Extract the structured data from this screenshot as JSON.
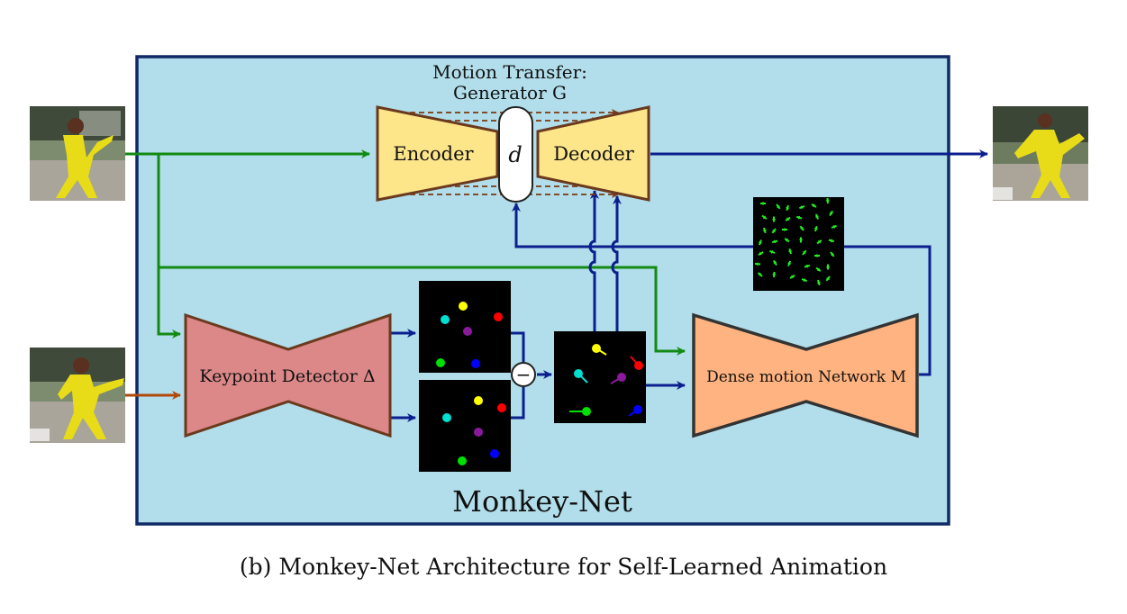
{
  "title_line1": "Motion Transfer:",
  "title_line2": "Generator G",
  "encoder_label": "Encoder",
  "decoder_label": "Decoder",
  "latent_label": "d",
  "keypoint_label": "Keypoint Detector Δ",
  "dense_label": "Dense motion Network M",
  "subtract_label": "−",
  "net_name": "Monkey-Net",
  "caption": "(b) Monkey-Net Architecture for Self-Learned Animation",
  "colors": {
    "panel_bg": "#b1deea",
    "panel_border": "#0f2a66",
    "encoder_fill": "#fde58a",
    "encoder_stroke": "#6b3a1e",
    "keypoint_fill": "#dc8888",
    "dense_fill": "#ffb380",
    "arrow_green": "#138a13",
    "arrow_blue": "#0c1f8e",
    "arrow_orange": "#b04a0a",
    "skip_brown": "#7a3a14"
  },
  "keypoint_colors": [
    "#ffff00",
    "#ff0000",
    "#8a1a9b",
    "#00e0d0",
    "#00e000",
    "#0000ff"
  ]
}
